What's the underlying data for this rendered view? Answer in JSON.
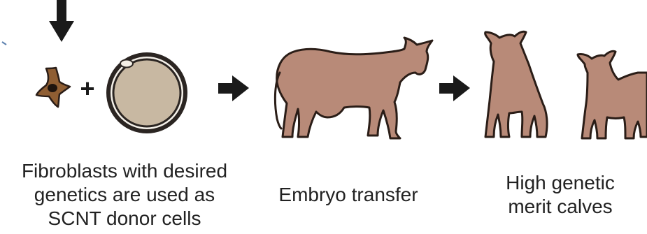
{
  "captions": {
    "donor_cells": {
      "line1": "Fibroblasts with desired",
      "line2": "genetics are used as",
      "line3": "SCNT donor cells"
    },
    "transfer": {
      "line1": "Embryo transfer"
    },
    "calves": {
      "line1": "High genetic",
      "line2": "merit calves"
    }
  },
  "symbols": {
    "plus": "+"
  },
  "colors": {
    "animal_fill": "#b88a78",
    "animal_outline": "#2a1d17",
    "fibroblast_fill": "#8f5e33",
    "oocyte_fill": "#c8b8a2",
    "arrow": "#1a1a1a"
  },
  "icons": [
    "down-arrow-icon",
    "fibroblast-icon",
    "oocyte-icon",
    "right-arrow-icon",
    "cow-icon",
    "calf-icon"
  ]
}
